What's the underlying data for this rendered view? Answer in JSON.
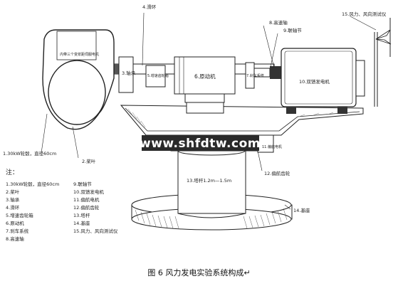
{
  "labels": {
    "nacelle_text": "内带三个变浆距伺服电机",
    "bearing": "3.轴承",
    "slip_ring": "4.滑环",
    "gearbox": "5.增速齿轮箱",
    "prime_mover": "6.原动机",
    "brake": "7.刹车系统",
    "hs_shaft": "8.高速轴",
    "coupling": "9.联轴节",
    "dfig": "10.双馈发电机",
    "yaw_motor": "11.偏航电机",
    "yaw_gear": "12.偏航齿轮",
    "tower": "13.塔杆1.2m—1.5m",
    "base": "14.基座",
    "anemometer": "15.风力、风向测试仪",
    "hub": "1.30kW轮毂，直径60cm",
    "blade": "2.桨叶"
  },
  "watermark": "www.shfdtw.com",
  "notes": {
    "title": "注：",
    "left": [
      "1.30kW轮毂，直径60cm",
      "2.桨叶",
      "3.轴承",
      "4.滑环",
      "5.增速齿轮箱",
      "6.原动机",
      "7.刹车系统",
      "8.高速轴"
    ],
    "right": [
      "9.联轴节",
      "10.双馈发电机",
      "11.偏航电机",
      "12.偏航齿轮",
      "13.塔杆",
      "14.基座",
      "15.风力、风向测试仪"
    ]
  },
  "caption": "图 6 风力发电实验系统构成↵"
}
